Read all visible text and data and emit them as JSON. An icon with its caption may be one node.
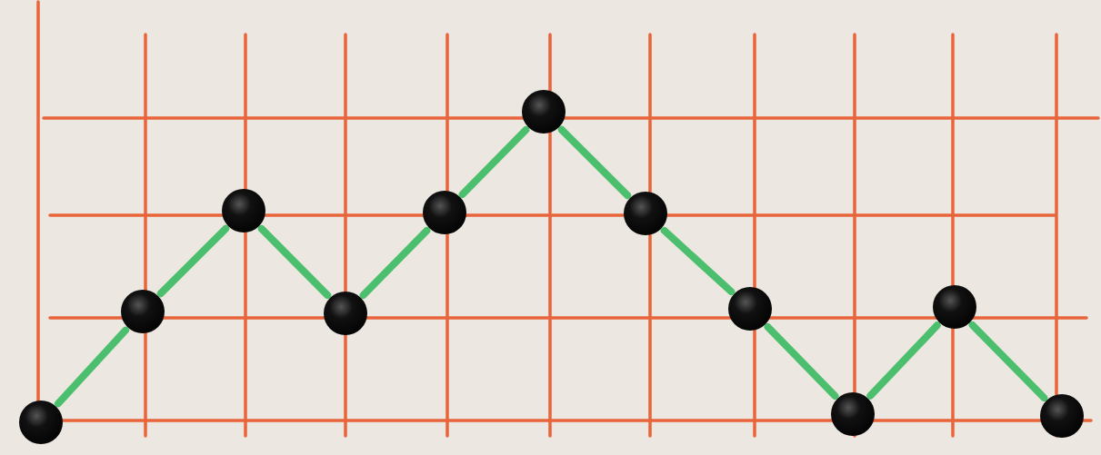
{
  "diagram": {
    "nodes": [
      {
        "text": [],
        "shape": "circle"
      },
      {
        "text": [],
        "shape": "circle"
      },
      {
        "text": [],
        "shape": "circle"
      },
      {
        "text": [],
        "shape": "circle"
      },
      {
        "text": [],
        "shape": "circle"
      },
      {
        "text": [],
        "shape": "circle"
      },
      {
        "text": [],
        "shape": "circle"
      },
      {
        "text": [],
        "shape": "circle"
      },
      {
        "text": [],
        "shape": "circle"
      },
      {
        "text": [],
        "shape": "circle"
      },
      {
        "text": [],
        "shape": "circle"
      }
    ],
    "edges": [
      {
        "from": 0,
        "to": 1,
        "arrow": "none"
      },
      {
        "from": 1,
        "to": 2,
        "arrow": "none"
      },
      {
        "from": 2,
        "to": 3,
        "arrow": "none"
      },
      {
        "from": 3,
        "to": 4,
        "arrow": "none"
      },
      {
        "from": 4,
        "to": 5,
        "arrow": "none"
      },
      {
        "from": 5,
        "to": 6,
        "arrow": "none"
      },
      {
        "from": 6,
        "to": 7,
        "arrow": "none"
      },
      {
        "from": 7,
        "to": 8,
        "arrow": "none"
      },
      {
        "from": 8,
        "to": 9,
        "arrow": "none"
      },
      {
        "from": 9,
        "to": 10,
        "arrow": "none"
      }
    ]
  }
}
